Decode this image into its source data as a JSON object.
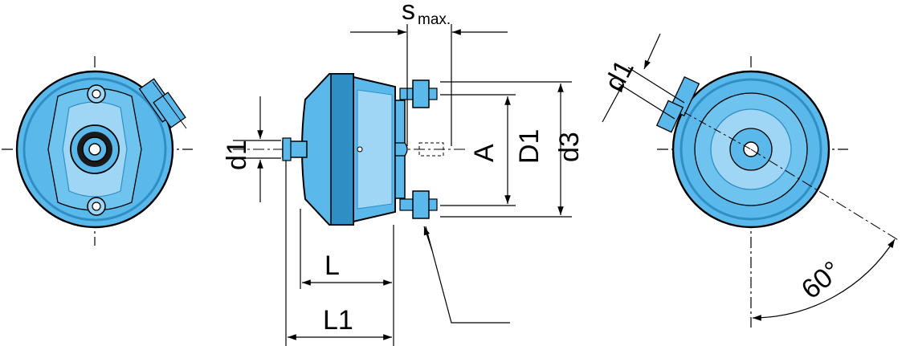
{
  "drawing": {
    "colors": {
      "body": "#5bb8ea",
      "body_dark": "#2f8fc4",
      "body_light": "#9fd6f5",
      "line": "#000000"
    },
    "labels": {
      "s_max_s": "s",
      "s_max_sub": "max.",
      "d1_side": "d1",
      "d1_right": "d1",
      "A": "A",
      "D1": "D1",
      "d3": "d3",
      "L": "L",
      "L1": "L1",
      "angle": "60°"
    }
  }
}
